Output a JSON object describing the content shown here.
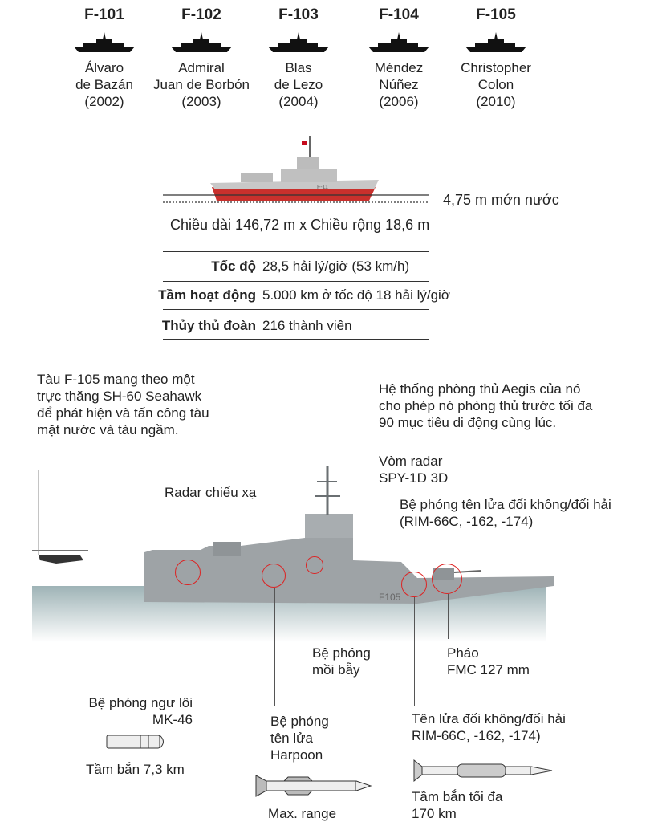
{
  "ships": [
    {
      "code": "F-101",
      "name": [
        "Álvaro",
        "de Bazán",
        "(2002)"
      ]
    },
    {
      "code": "F-102",
      "name": [
        "Admiral",
        "Juan de Borbón",
        "(2003)"
      ]
    },
    {
      "code": "F-103",
      "name": [
        "Blas",
        "de Lezo",
        "(2004)"
      ]
    },
    {
      "code": "F-104",
      "name": [
        "Méndez",
        "Núñez",
        "(2006)"
      ]
    },
    {
      "code": "F-105",
      "name": [
        "Christopher",
        "Colon",
        "(2010)"
      ]
    }
  ],
  "profile": {
    "hull_code": "F-11",
    "draft": "4,75 m mớn nước",
    "dimensions": "Chiều dài 146,72 m x Chiều rộng 18,6 m"
  },
  "specs": [
    {
      "label": "Tốc độ",
      "value": "28,5 hải lý/giờ (53 km/h)"
    },
    {
      "label": "Tầm hoạt động",
      "value": "5.000 km ở tốc độ 18 hải lý/giờ"
    },
    {
      "label": "Thủy thủ đoàn",
      "value": "216 thành viên"
    }
  ],
  "callouts": {
    "helicopter": [
      "Tàu F-105 mang theo một",
      "trực thăng SH-60 Seahawk",
      "để phát hiện và tấn công tàu",
      "mặt nước và tàu ngầm."
    ],
    "aegis": [
      "Hệ thống phòng thủ Aegis của nó",
      "cho phép nó phòng thủ trước tối đa",
      "90 mục tiêu di động cùng lúc."
    ],
    "radar_dome": [
      "Vòm radar",
      "SPY-1D 3D"
    ],
    "launcher": [
      "Bệ phóng tên lửa đối không/đối hải",
      "(RIM-66C, -162, -174)"
    ],
    "radar_beam": "Radar chiếu xạ",
    "decoy": [
      "Bệ phóng",
      "mồi bẫy"
    ],
    "gun": [
      "Pháo",
      "FMC 127 mm"
    ],
    "torpedo": [
      "Bệ phóng ngư lôi",
      "MK-46"
    ],
    "torpedo_range": "Tầm bắn 7,3 km",
    "harpoon": [
      "Bệ phóng",
      "tên lửa",
      "Harpoon"
    ],
    "harpoon_range": "Max. range",
    "missile": [
      "Tên lửa đối không/đối hải",
      "RIM-66C, -162, -174)"
    ],
    "missile_range": [
      "Tầm bắn tối đa",
      "170 km"
    ],
    "hull_number": "F105"
  }
}
